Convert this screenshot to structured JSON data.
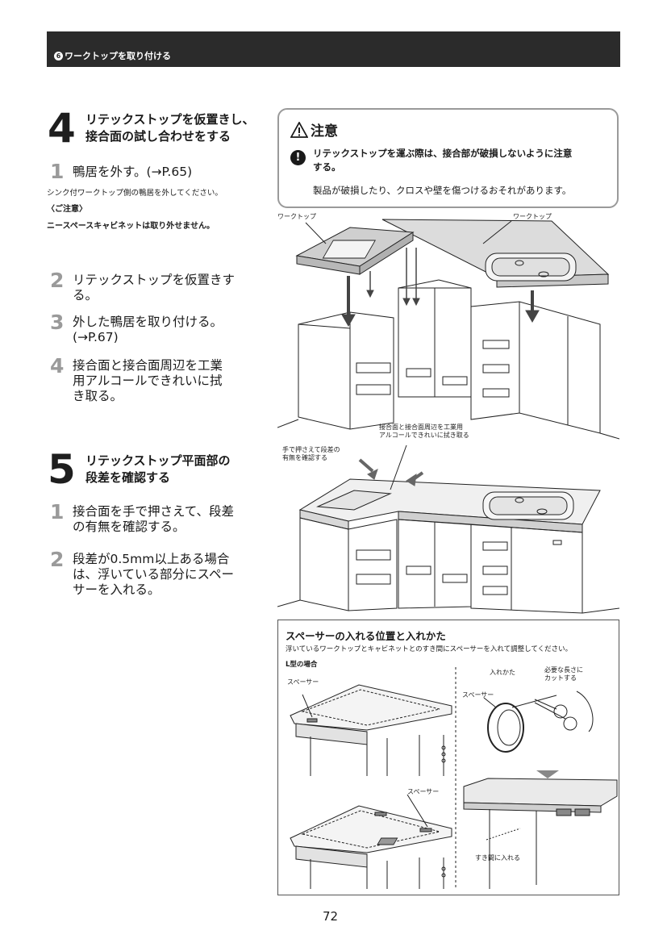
{
  "header": {
    "number_mark": "6",
    "title": "ワークトップを取り付ける"
  },
  "section4": {
    "number": "4",
    "title_line1": "リテックストップを仮置きし、",
    "title_line2": "接合面の試し合わせをする",
    "steps": [
      {
        "num": "1",
        "text": "鴨居を外す。(→P.65)"
      },
      {
        "num": "2",
        "text_line1": "リテックストップを仮置きす",
        "text_line2": "る。"
      },
      {
        "num": "3",
        "text_line1": "外した鴨居を取り付ける。",
        "text_line2": "(→P.67)"
      },
      {
        "num": "4",
        "text_line1": "接合面と接合面周辺を工業",
        "text_line2": "用アルコールできれいに拭",
        "text_line3": "き取る。"
      }
    ],
    "note_line": "シンク付ワークトップ側の鴨居を外してください。",
    "caution_heading": "〈ご注意〉",
    "caution_text": "ニースペースキャビネットは取り外せません。"
  },
  "section5": {
    "number": "5",
    "title_line1": "リテックストップ平面部の",
    "title_line2": "段差を確認する",
    "steps": [
      {
        "num": "1",
        "text_line1": "接合面を手で押さえて、段差",
        "text_line2": "の有無を確認する。"
      },
      {
        "num": "2",
        "text_line1": "段差が0.5mm以上ある場合",
        "text_line2": "は、浮いている部分にスペー",
        "text_line3": "サーを入れる。"
      }
    ]
  },
  "caution": {
    "title": "注意",
    "main_line1": "リテックストップを運ぶ際は、接合部が破損しないように注意",
    "main_line2": "する。",
    "sub": "製品が破損したり、クロスや壁を傷つけるおそれがあります。"
  },
  "diagram1": {
    "label_left": "ワークトップ",
    "label_right": "ワークトップ"
  },
  "diagram2": {
    "label_top_line1": "接合面と接合面周辺を工業用",
    "label_top_line2": "アルコールできれいに拭き取る",
    "label_left_line1": "手で押さえて段差の",
    "label_left_line2": "有無を確認する"
  },
  "spacer_box": {
    "title": "スペーサーの入れる位置と入れかた",
    "description": "浮いているワークトップとキャビネットとのすき間にスペーサーを入れて調整してください。",
    "l_case": "L型の場合",
    "spacer_label1": "スペーサー",
    "spacer_label2": "スペーサー",
    "how_to": "入れかた",
    "cut_line1": "必要な長さに",
    "cut_line2": "カットする",
    "spacer_label3": "スペーサー",
    "insert_label": "すき間に入れる"
  },
  "page_number": "72"
}
